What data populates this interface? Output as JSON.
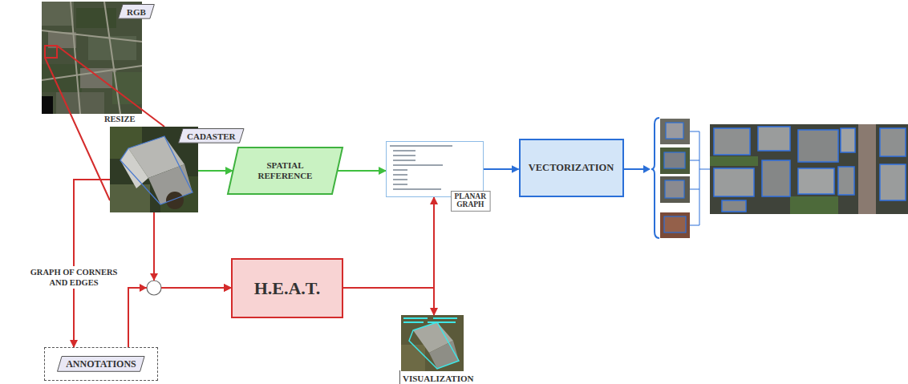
{
  "diagram": {
    "nodes": [
      {
        "text": [
          "RGB"
        ]
      },
      {
        "text": [
          "CADASTER"
        ]
      },
      {
        "text": [
          "SPATIAL REFERENCE"
        ]
      },
      {
        "text": [
          "PLANAR GRAPH"
        ]
      },
      {
        "text": [
          "VECTORIZATION"
        ]
      },
      {
        "text": [
          "H.E.A.T."
        ]
      },
      {
        "text": [
          "ANNOTATIONS"
        ]
      },
      {
        "text": [
          "VISUALIZATION"
        ]
      }
    ],
    "edges": [
      {
        "from": 1,
        "to": 5,
        "arrow": "to"
      },
      {
        "from": 6,
        "to": 5,
        "arrow": "to"
      },
      {
        "from": 1,
        "to": 6,
        "label": "GRAPH OF CORNERS AND EDGES",
        "arrow": "to"
      },
      {
        "from": 1,
        "to": 2,
        "arrow": "to"
      },
      {
        "from": 2,
        "to": 3,
        "arrow": "to"
      },
      {
        "from": 3,
        "to": 4,
        "arrow": "to"
      },
      {
        "from": 5,
        "to": 3,
        "arrow": "to"
      },
      {
        "from": 5,
        "to": 7,
        "arrow": "to"
      }
    ],
    "labels": [
      "RESIZE"
    ]
  }
}
